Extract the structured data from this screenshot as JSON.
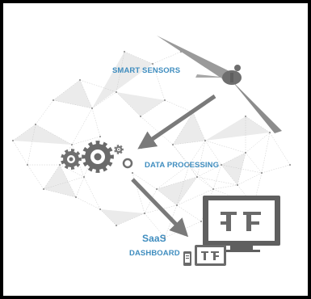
{
  "diagram": {
    "nodes": {
      "sensors": {
        "label": "SMART SENSORS",
        "icon": "wind-turbine-icon"
      },
      "processing": {
        "label": "DATA PROCESSING",
        "icon": "gears-icon"
      },
      "dashboard": {
        "label_line1": "SaaS",
        "label_line2": "DASHBOARD",
        "icons": [
          "monitor-icon",
          "tablet-icon",
          "phone-icon"
        ]
      }
    },
    "edges": [
      {
        "from": "sensors",
        "to": "processing"
      },
      {
        "from": "processing",
        "to": "dashboard"
      }
    ],
    "colors": {
      "label": "#3f8dbf",
      "arrow": "#7a7a7a",
      "icon": "#6f6f6f",
      "network": "#bdbdbd",
      "facet": "#e6e6e6",
      "border": "#000000"
    }
  }
}
